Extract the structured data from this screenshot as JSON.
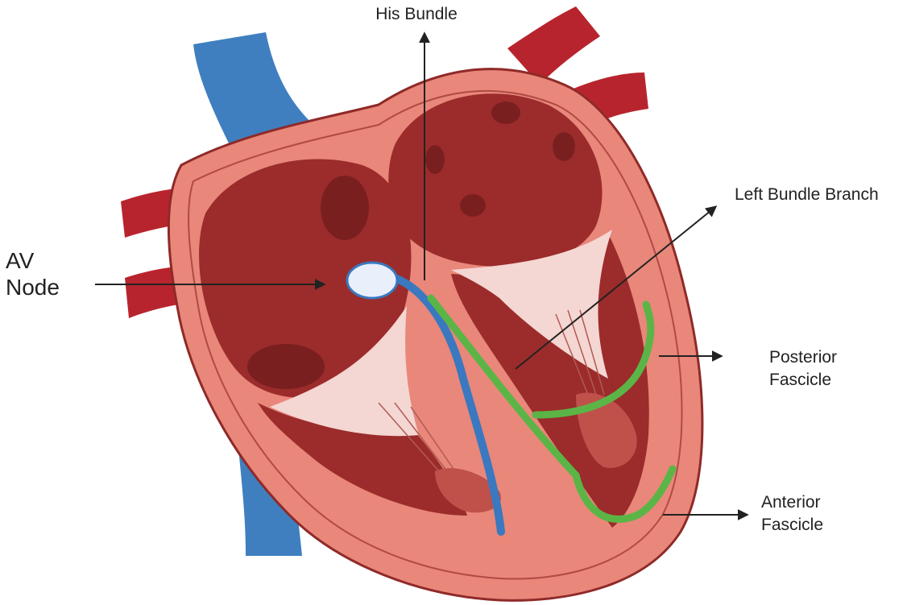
{
  "labels": {
    "his_bundle": "His Bundle",
    "left_bundle_branch": "Left Bundle Branch",
    "av_node_line1": "AV",
    "av_node_line2": "Node",
    "posterior_line1": "Posterior",
    "posterior_line2": "Fascicle",
    "anterior_line1": "Anterior",
    "anterior_line2": "Fascicle"
  },
  "colors": {
    "background": "#ffffff",
    "vena_cava": "#3f7fc0",
    "artery": "#b8242d",
    "heart_outer": "#e8877a",
    "heart_edge": "#8f2a28",
    "chamber": "#9b2c2b",
    "chamber_dark": "#7a1f20",
    "valve": "#f4d6d2",
    "his_bundle_path": "#3a78c0",
    "left_bundle_path": "#5bb546",
    "av_node_fill": "#e9f0fb",
    "av_node_stroke": "#3a78c0",
    "arrow": "#222222"
  }
}
